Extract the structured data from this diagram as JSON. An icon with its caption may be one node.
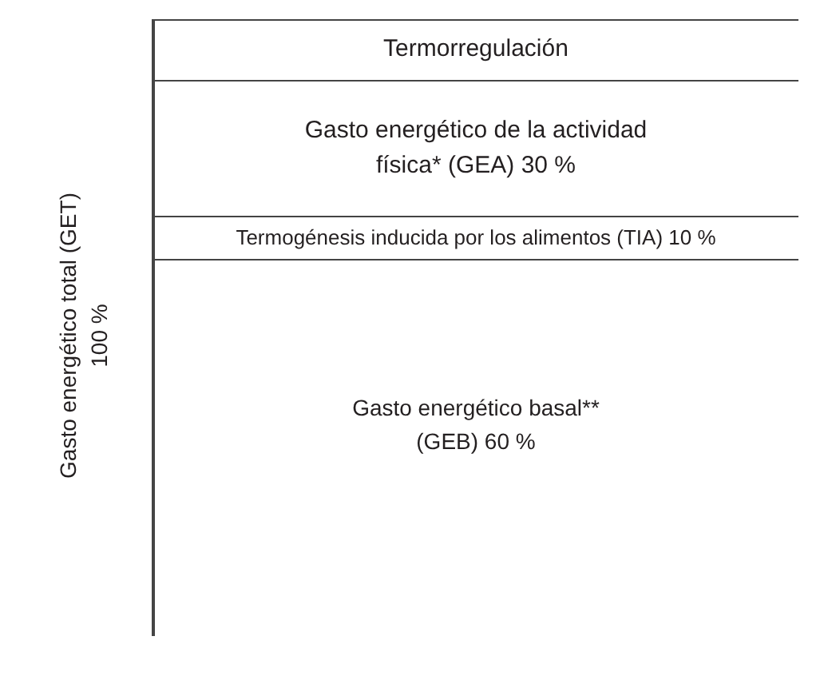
{
  "diagram": {
    "nodes": [
      {
        "text": [
          "Termorregulación"
        ]
      },
      {
        "text": [
          "Gasto energético de la actividad física* (GEA) 30 %"
        ]
      },
      {
        "text": [
          "Termogénesis inducida por los alimentos (TIA) 10 %"
        ]
      },
      {
        "text": [
          "Gasto energético basal** (GEB) 60 %"
        ]
      }
    ],
    "labels": [
      "Gasto energético total (GET)",
      "100 %"
    ]
  }
}
